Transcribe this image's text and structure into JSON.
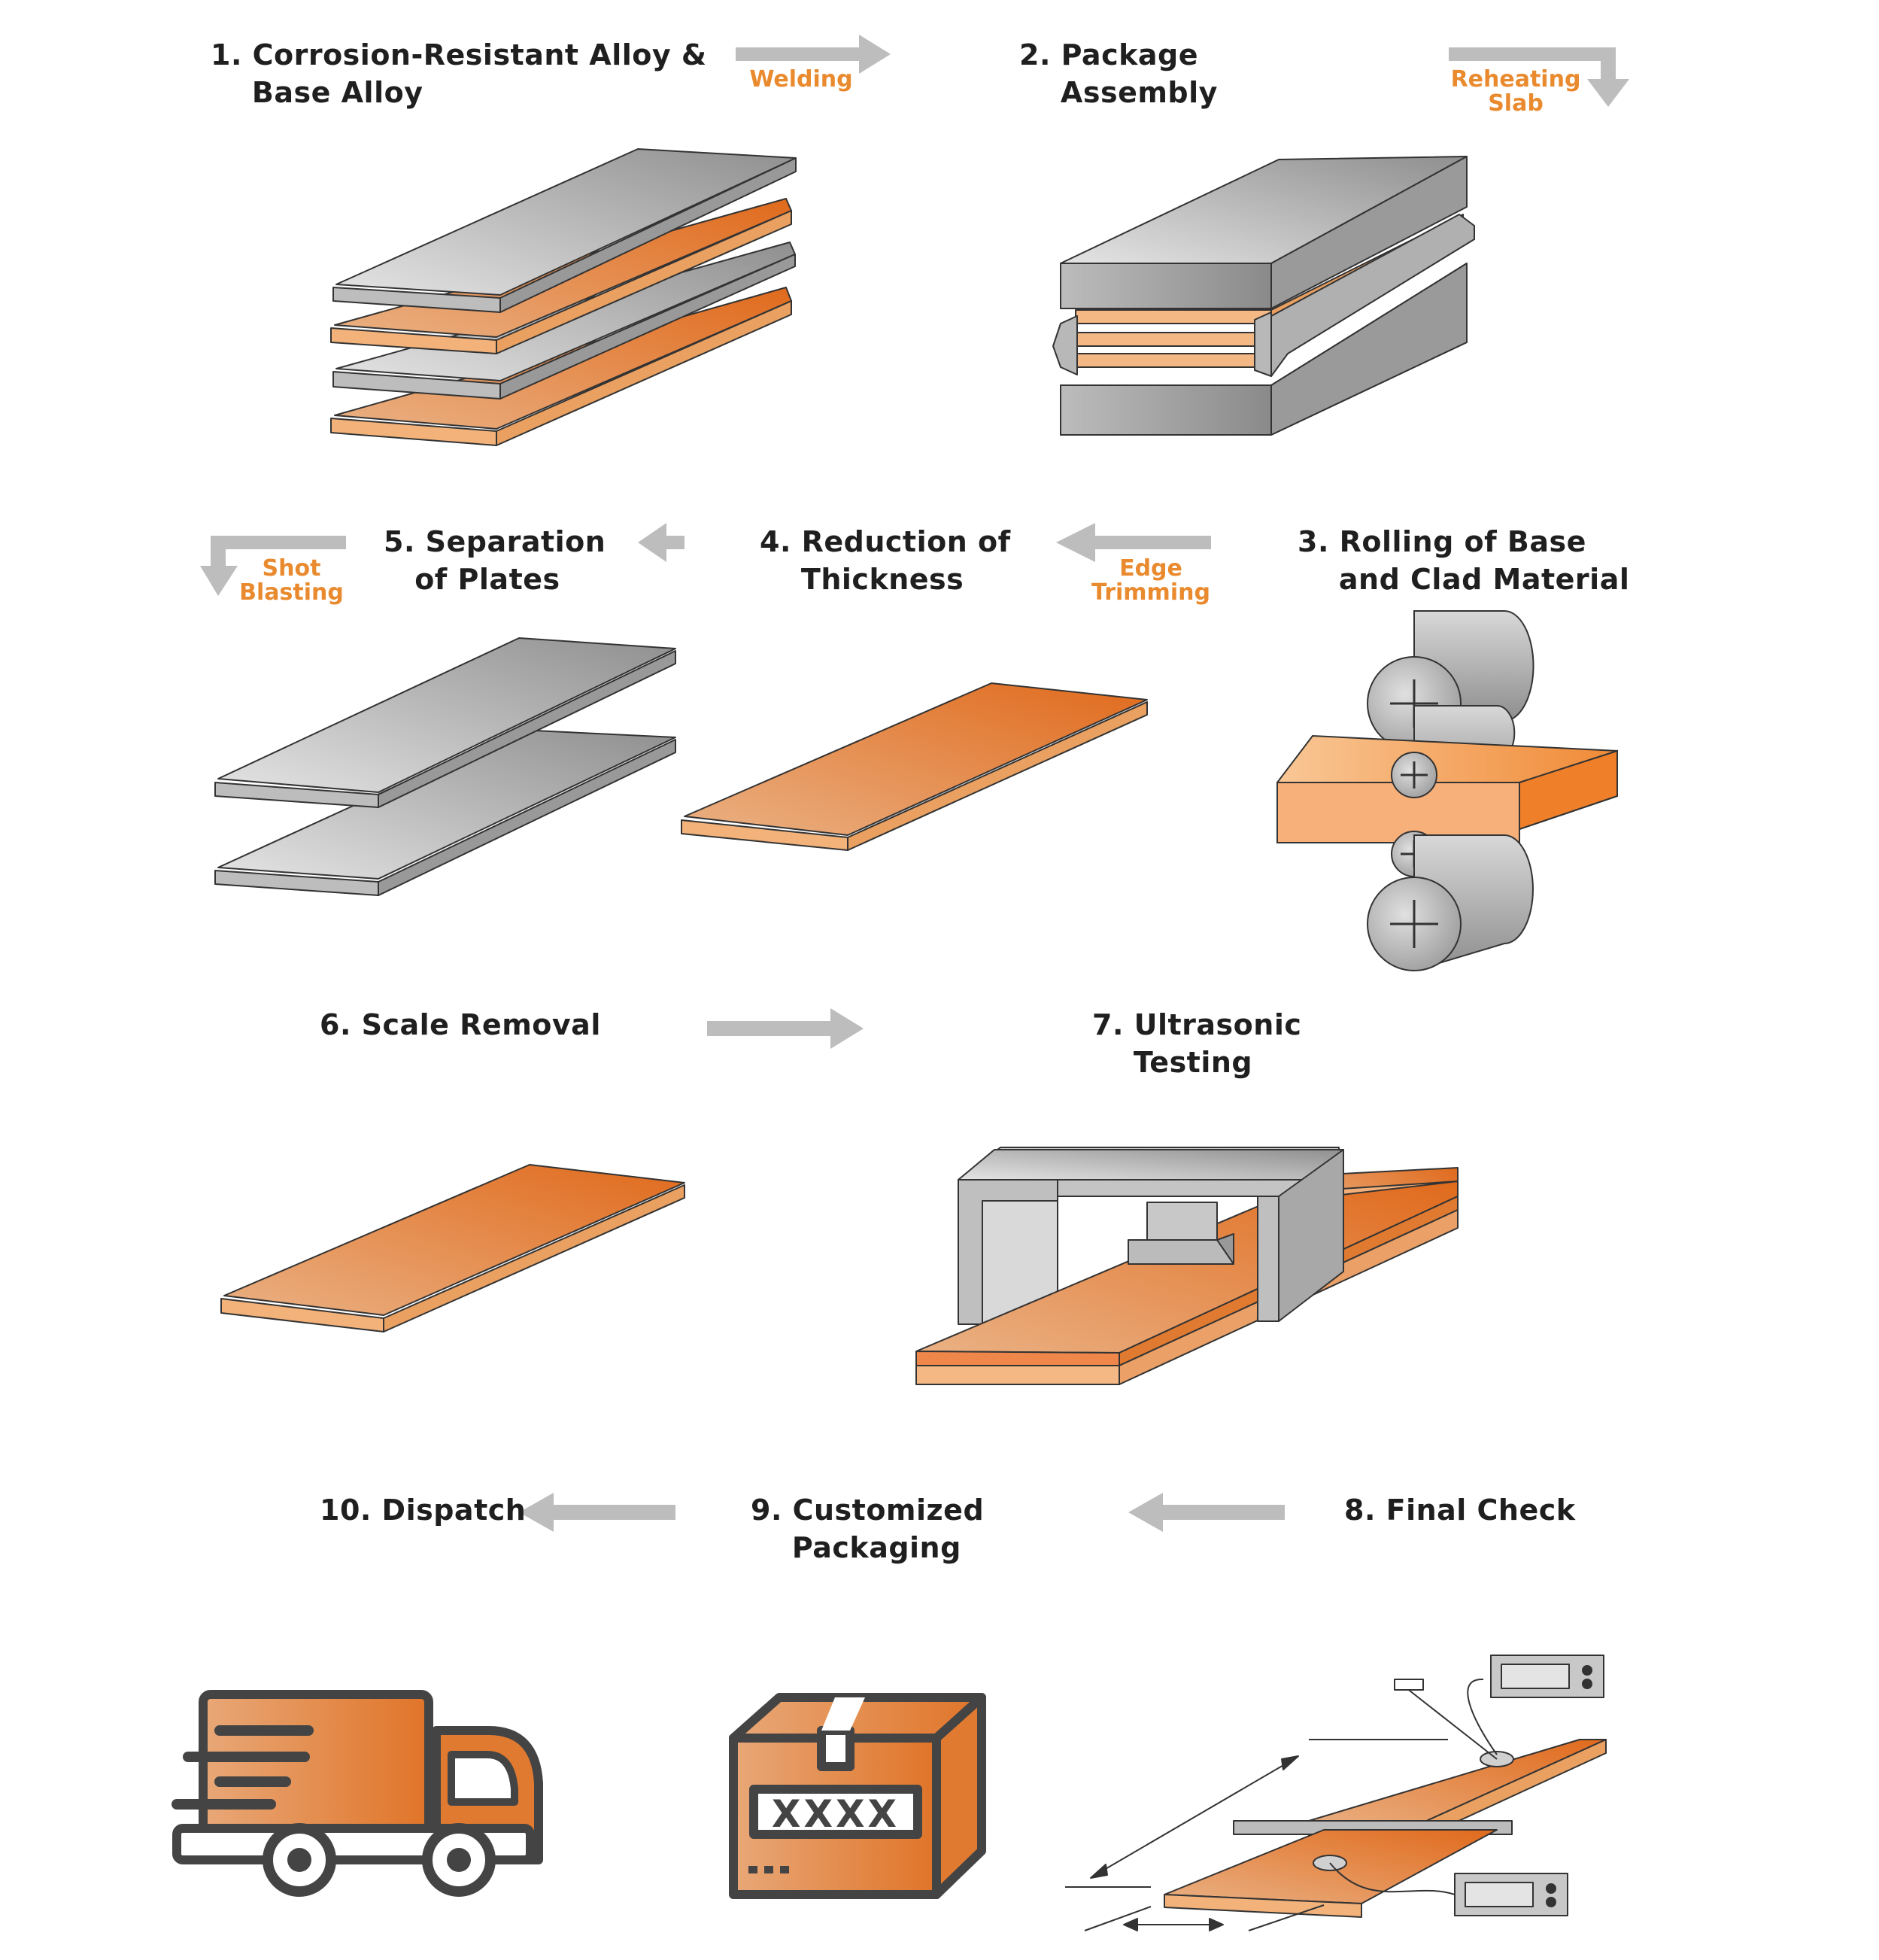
{
  "steps": [
    {
      "id": "step-1",
      "title": "1. Corrosion-Resistant Alloy &\n    Base Alloy"
    },
    {
      "id": "step-2",
      "title": "2. Package\n    Assembly"
    },
    {
      "id": "step-3",
      "title": "3. Rolling of Base\n    and Clad Material"
    },
    {
      "id": "step-4",
      "title": "4. Reduction of\n    Thickness"
    },
    {
      "id": "step-5",
      "title": "5. Separation\n   of Plates"
    },
    {
      "id": "step-6",
      "title": "6. Scale Removal"
    },
    {
      "id": "step-7",
      "title": "7. Ultrasonic\n    Testing"
    },
    {
      "id": "step-8",
      "title": "8. Final Check"
    },
    {
      "id": "step-9",
      "title": "9. Customized\n    Packaging"
    },
    {
      "id": "step-10",
      "title": "10. Dispatch"
    }
  ],
  "arrow_labels": {
    "welding": "Welding",
    "reheating": "Reheating\nSlab",
    "edge_trimming": "Edge\nTrimming",
    "shot_blasting": "Shot\nBlasting"
  },
  "package_label": "XXXX",
  "colors": {
    "steel_light": "#d6d6d6",
    "steel_dark": "#7e7e7e",
    "copper_light": "#f7c08a",
    "copper_dark": "#e0701f",
    "accent_text": "#ea8a2e",
    "arrow_gray": "#bdbdbd",
    "outline": "#333333"
  },
  "icons": [
    "truck-icon",
    "box-icon",
    "roller-icon",
    "monitor-icon"
  ]
}
